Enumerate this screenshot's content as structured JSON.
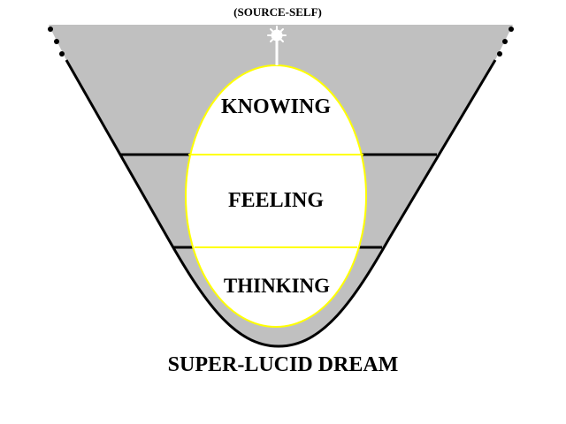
{
  "diagram": {
    "top_label": "(SOURCE-SELF)",
    "layers": [
      {
        "label": "KNOWING"
      },
      {
        "label": "FEELING"
      },
      {
        "label": "THINKING"
      }
    ],
    "bottom_label": "SUPER-LUCID DREAM",
    "colors": {
      "funnel_fill": "#c0c0c0",
      "outline": "#000000",
      "egg_fill": "#ffffff",
      "egg_stroke": "#ffff00",
      "star": "#ffffff"
    },
    "icons": [
      "sun-star-icon"
    ]
  }
}
